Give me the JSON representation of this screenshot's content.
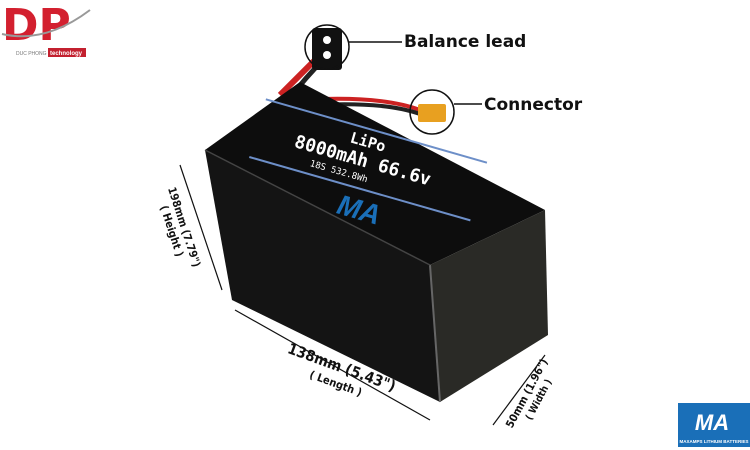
{
  "logo": {
    "main": "DP",
    "sub_left": "DUC PHONG",
    "sub_right": "technology"
  },
  "callouts": {
    "balance_lead": "Balance lead",
    "connector": "Connector"
  },
  "label": {
    "chemistry": "LiPo",
    "capacity_voltage": "8000mAh 66.6v",
    "config_energy": "18S 532.8Wh",
    "brand_mark": "MA"
  },
  "dimensions": {
    "height": {
      "value": "198mm (7.79\")",
      "name": "( Height )"
    },
    "length": {
      "value": "138mm (5.43\")",
      "name": "( Length )"
    },
    "width": {
      "value": "50mm (1.96\")",
      "name": "( Width )"
    }
  },
  "brand_badge": {
    "mark": "MA",
    "text": "MAXAMPS LITHIUM BATTERIES"
  },
  "colors": {
    "logo_red": "#d3202f",
    "brand_blue": "#1a6fb8",
    "connector_yellow": "#e8a020"
  }
}
